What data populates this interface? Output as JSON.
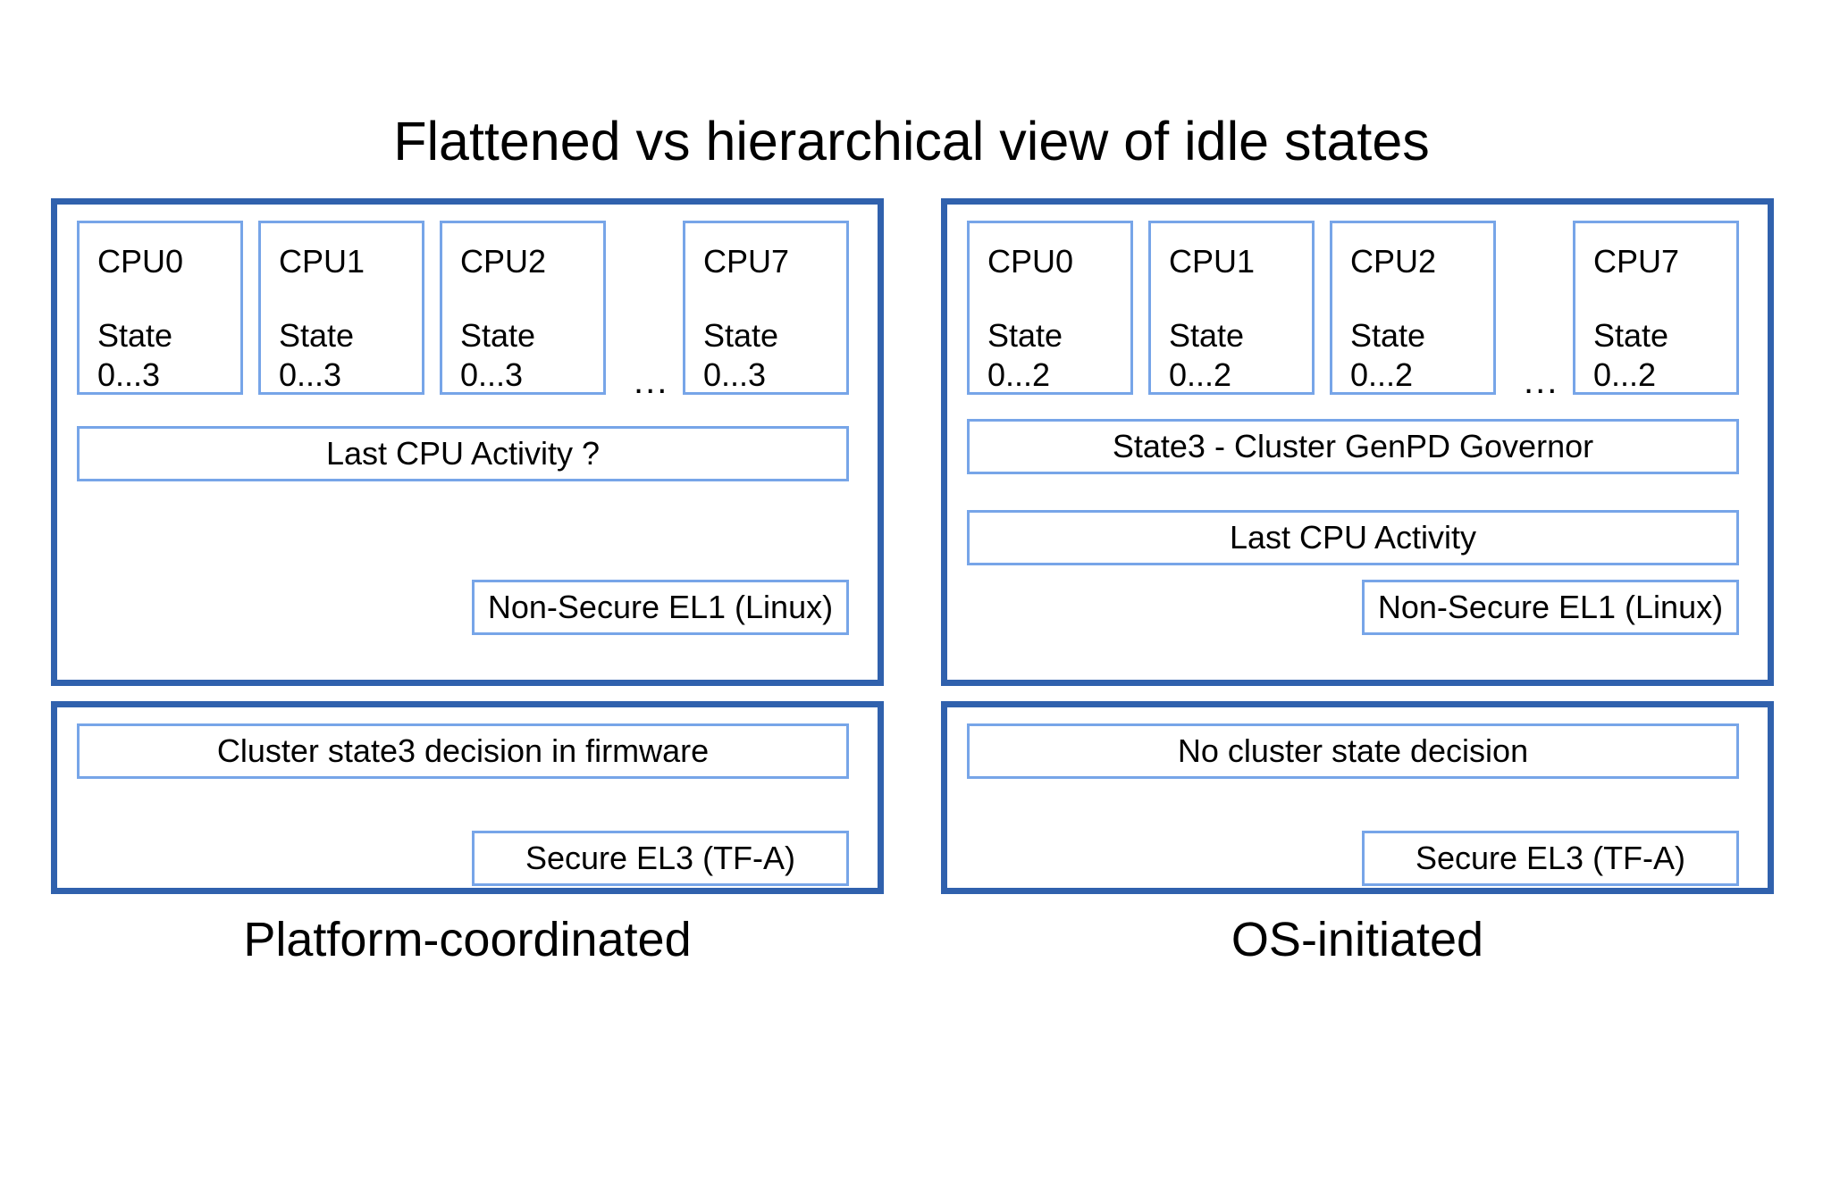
{
  "title": "Flattened vs hierarchical view of idle states",
  "panels": {
    "left": {
      "caption": "Platform-coordinated",
      "os_layer": {
        "cpus": [
          {
            "name": "CPU0",
            "state": "State\n0...3"
          },
          {
            "name": "CPU1",
            "state": "State\n0...3"
          },
          {
            "name": "CPU2",
            "state": "State\n0...3"
          },
          {
            "name": "CPU7",
            "state": "State\n0...3"
          }
        ],
        "ellipsis": "...",
        "bars": [
          "Last CPU Activity ?"
        ],
        "exception_level": "Non-Secure EL1 (Linux)"
      },
      "fw_layer": {
        "bars": [
          "Cluster state3 decision in firmware"
        ],
        "exception_level": "Secure EL3 (TF-A)"
      }
    },
    "right": {
      "caption": "OS-initiated",
      "os_layer": {
        "cpus": [
          {
            "name": "CPU0",
            "state": "State\n0...2"
          },
          {
            "name": "CPU1",
            "state": "State\n0...2"
          },
          {
            "name": "CPU2",
            "state": "State\n0...2"
          },
          {
            "name": "CPU7",
            "state": "State\n0...2"
          }
        ],
        "ellipsis": "...",
        "bars": [
          "State3 - Cluster GenPD Governor",
          "Last CPU Activity"
        ],
        "exception_level": "Non-Secure EL1 (Linux)"
      },
      "fw_layer": {
        "bars": [
          "No cluster state decision"
        ],
        "exception_level": "Secure EL3 (TF-A)"
      }
    }
  },
  "colors": {
    "panel_border": "#3061ad",
    "box_border": "#77a5e8",
    "background": "#ffffff",
    "text": "#000000"
  }
}
